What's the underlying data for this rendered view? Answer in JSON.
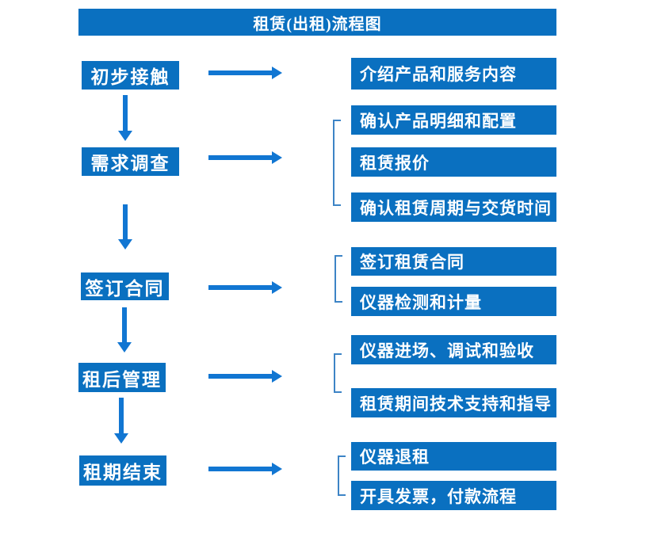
{
  "title": "租赁(出租)流程图",
  "colors": {
    "box_blue": "#0a70c0",
    "arrow_blue": "#1176d2",
    "bracket_blue": "#3d84c6",
    "text_white": "#ffffff",
    "background": "#ffffff"
  },
  "left_steps": [
    {
      "label": "初步接触"
    },
    {
      "label": "需求调查"
    },
    {
      "label": "签订合同"
    },
    {
      "label": "租后管理"
    },
    {
      "label": "租期结束"
    }
  ],
  "right_groups": [
    {
      "items": [
        {
          "label": "介绍产品和服务内容"
        }
      ]
    },
    {
      "items": [
        {
          "label": "确认产品明细和配置"
        },
        {
          "label": "租赁报价"
        },
        {
          "label": "确认租赁周期与交货时间"
        }
      ]
    },
    {
      "items": [
        {
          "label": "签订租赁合同"
        },
        {
          "label": "仪器检测和计量"
        }
      ]
    },
    {
      "items": [
        {
          "label": "仪器进场、调试和验收"
        },
        {
          "label": "租赁期间技术支持和指导"
        }
      ]
    },
    {
      "items": [
        {
          "label": "仪器退租"
        },
        {
          "label": "开具发票，付款流程"
        }
      ]
    }
  ]
}
